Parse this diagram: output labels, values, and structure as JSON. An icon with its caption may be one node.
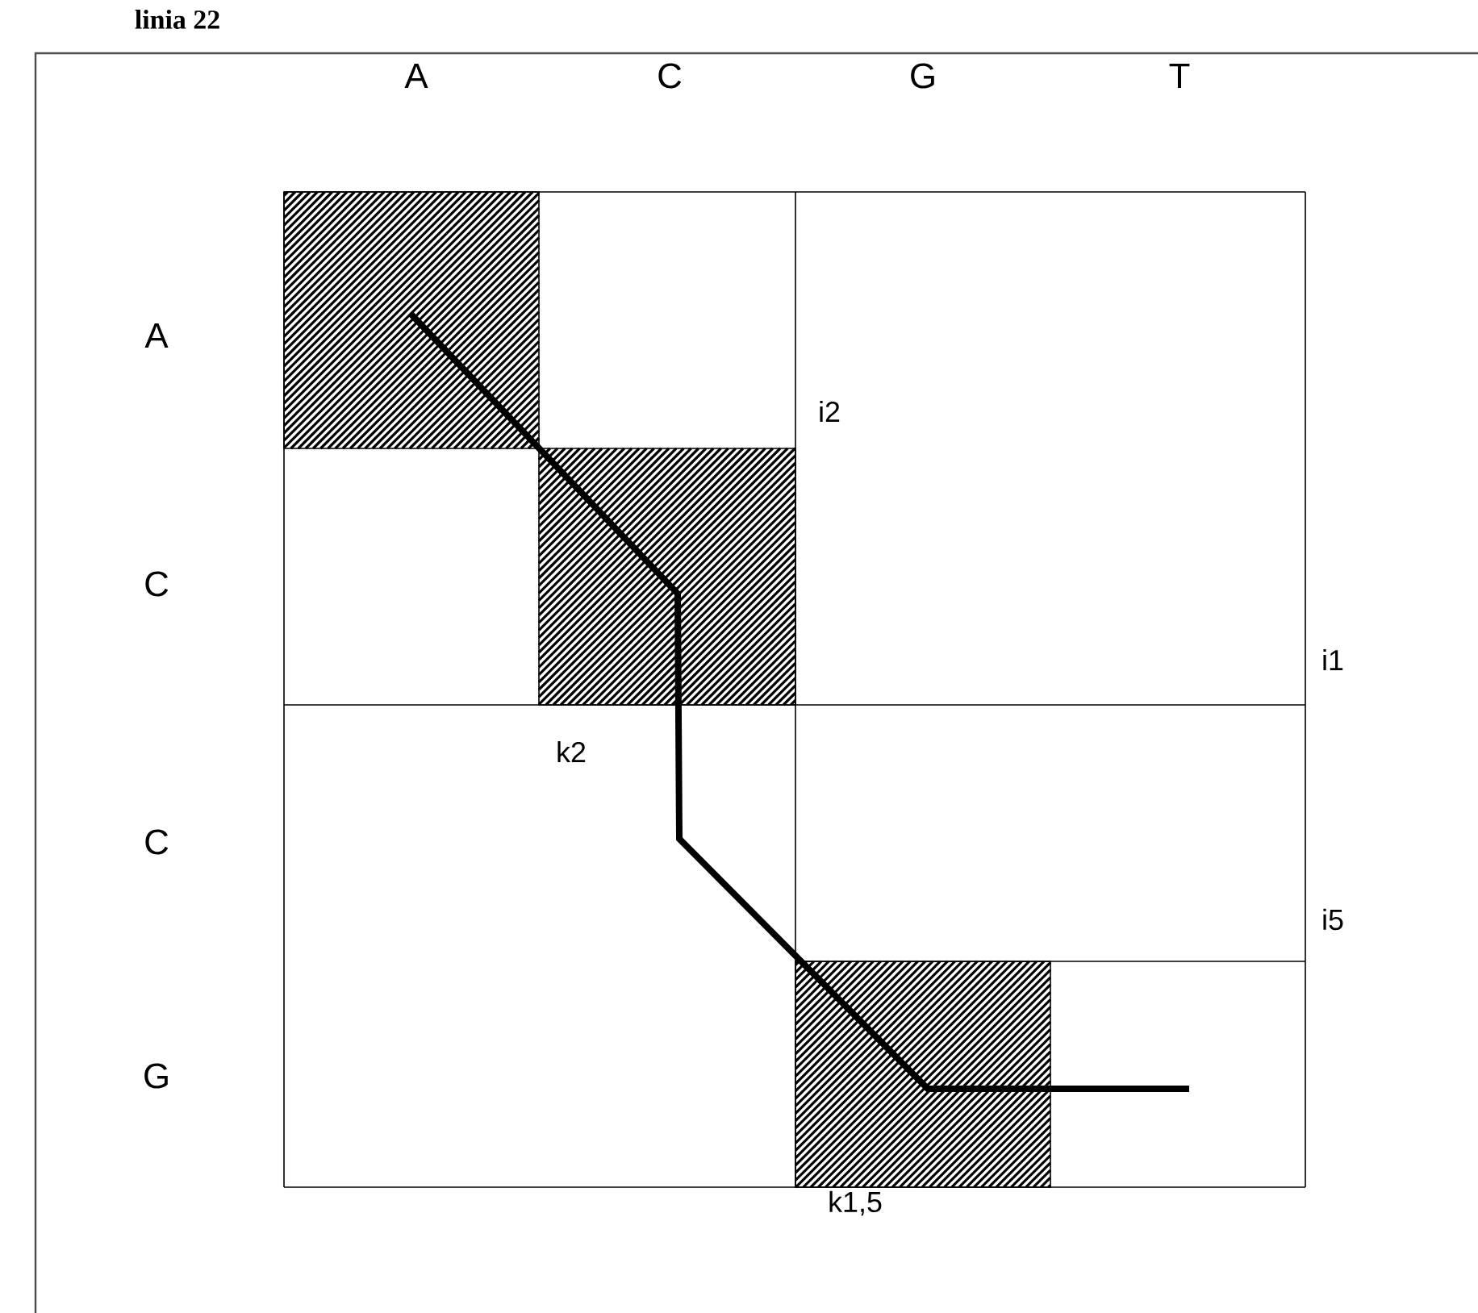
{
  "diagram": {
    "title": "linia 22",
    "labels": [
      "A",
      "C",
      "G",
      "T",
      "A",
      "i2",
      "C",
      "i1",
      "k2",
      "C",
      "i5",
      "G",
      "k1,5"
    ]
  }
}
